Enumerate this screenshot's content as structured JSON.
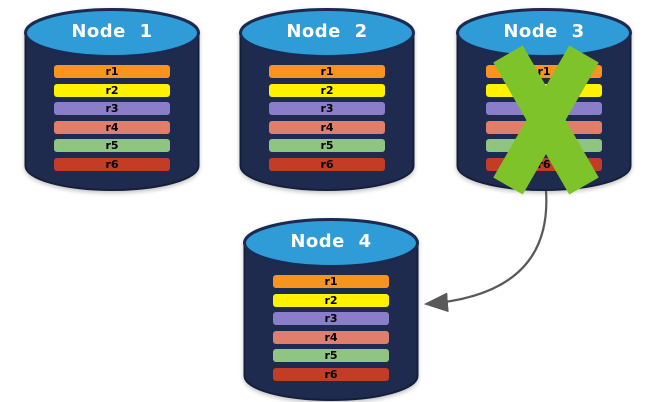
{
  "nodes": [
    {
      "name": "Node 1",
      "failed": false,
      "rows": [
        {
          "label": "r1",
          "color": "#F7941E"
        },
        {
          "label": "r2",
          "color": "#FFF100"
        },
        {
          "label": "r3",
          "color": "#8B7EC8"
        },
        {
          "label": "r4",
          "color": "#DE7E6B"
        },
        {
          "label": "r5",
          "color": "#90C581"
        },
        {
          "label": "r6",
          "color": "#C33D26"
        }
      ]
    },
    {
      "name": "Node 2",
      "failed": false,
      "rows": [
        {
          "label": "r1",
          "color": "#F7941E"
        },
        {
          "label": "r2",
          "color": "#FFF100"
        },
        {
          "label": "r3",
          "color": "#8B7EC8"
        },
        {
          "label": "r4",
          "color": "#DE7E6B"
        },
        {
          "label": "r5",
          "color": "#90C581"
        },
        {
          "label": "r6",
          "color": "#C33D26"
        }
      ]
    },
    {
      "name": "Node 3",
      "failed": true,
      "rows": [
        {
          "label": "r1",
          "color": "#F7941E"
        },
        {
          "label": "r2",
          "color": "#FFF100"
        },
        {
          "label": "r3",
          "color": "#8B7EC8"
        },
        {
          "label": "r4",
          "color": "#DE7E6B"
        },
        {
          "label": "r5",
          "color": "#90C581"
        },
        {
          "label": "r6",
          "color": "#C33D26"
        }
      ]
    },
    {
      "name": "Node 4",
      "failed": false,
      "rows": [
        {
          "label": "r1",
          "color": "#F7941E"
        },
        {
          "label": "r2",
          "color": "#FFF100"
        },
        {
          "label": "r3",
          "color": "#8B7EC8"
        },
        {
          "label": "r4",
          "color": "#DE7E6B"
        },
        {
          "label": "r5",
          "color": "#90C581"
        },
        {
          "label": "r6",
          "color": "#C33D26"
        }
      ]
    }
  ],
  "icons": {
    "failure": "x-mark",
    "failover": "curved-arrow"
  },
  "colors": {
    "canvas_bg": "#FFFFFF",
    "cylinder_body": "#1F2B4E",
    "cylinder_outline": "#141F3B",
    "cylinder_top": "#2F9CD8",
    "cylinder_top_outline": "#1B2A50",
    "node_title": "#FFFFFF",
    "row_text": "#000000",
    "failure_x": "#7FC32A",
    "arrow": "#595959"
  }
}
